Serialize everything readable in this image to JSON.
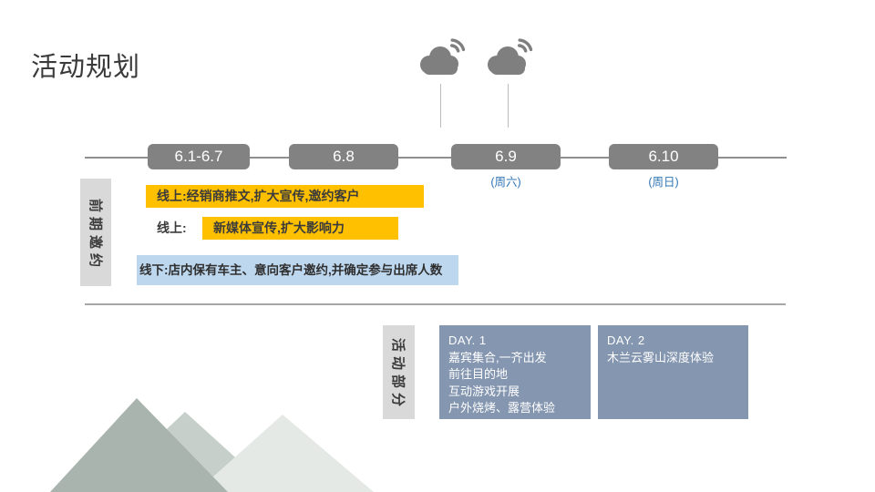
{
  "slide": {
    "title": "活动规划"
  },
  "timeline": {
    "items": [
      {
        "label": "6.1-6.7",
        "note": ""
      },
      {
        "label": "6.8",
        "note": ""
      },
      {
        "label": "6.9",
        "note": "(周六)"
      },
      {
        "label": "6.10",
        "note": "(周日)"
      }
    ]
  },
  "phase1": {
    "label": "前期邀约",
    "online_banner": "线上:经销商推文,扩大宣传,邀约客户",
    "online_prefix": "线上:",
    "new_media_banner": "新媒体宣传,扩大影响力",
    "offline_banner": "线下:店内保有车主、意向客户邀约,并确定参与出席人数"
  },
  "phase2": {
    "label": "活动部分",
    "days": [
      {
        "title": "DAY. 1",
        "lines": [
          "嘉宾集合,一齐出发",
          "前往目的地",
          "互动游戏开展",
          "户外烧烤、露营体验"
        ]
      },
      {
        "title": "DAY. 2",
        "lines": [
          "木兰云雾山深度体验"
        ]
      }
    ]
  },
  "icons": [
    "cloud-signal-icon",
    "cloud-signal-icon"
  ],
  "colors": {
    "accent_yellow": "#FFC000",
    "light_blue": "#BDD7EE",
    "slate_blue": "#8496B0",
    "timeline_gray": "#828282",
    "label_gray": "#D9D9D9",
    "note_blue": "#2E74B5",
    "mountain_dark": "#a9b4ae",
    "mountain_medium": "#c6cfca",
    "mountain_light": "#e4e9e6"
  }
}
